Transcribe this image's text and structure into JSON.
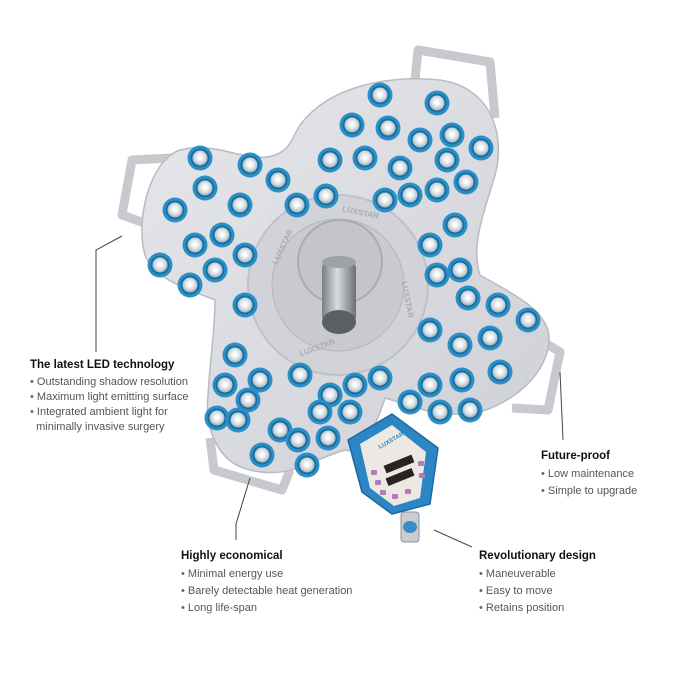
{
  "product": {
    "brand_text": "LUXSTAR",
    "panel_brand": "LUXSTAR"
  },
  "callouts": {
    "led": {
      "title": "The latest LED technology",
      "items": [
        "Outstanding shadow resolution",
        "Maximum light emitting surface",
        "Integrated ambient light for",
        "minimally invasive surgery"
      ]
    },
    "future": {
      "title": "Future-proof",
      "items": [
        "Low maintenance",
        "Simple to upgrade"
      ]
    },
    "economical": {
      "title": "Highly economical",
      "items": [
        "Minimal energy use",
        "Barely detectable heat generation",
        "Long life-span"
      ]
    },
    "design": {
      "title": "Revolutionary design",
      "items": [
        "Maneuverable",
        "Easy to move",
        "Retains position"
      ]
    }
  },
  "colors": {
    "housing": "#dcdde2",
    "housing_edge": "#b9bbc2",
    "led_ring": "#2a8fc7",
    "led_core": "#f4f6f8",
    "panel_blue": "#2c86c4",
    "panel_face": "#ece9e2",
    "label_line": "#444444"
  }
}
